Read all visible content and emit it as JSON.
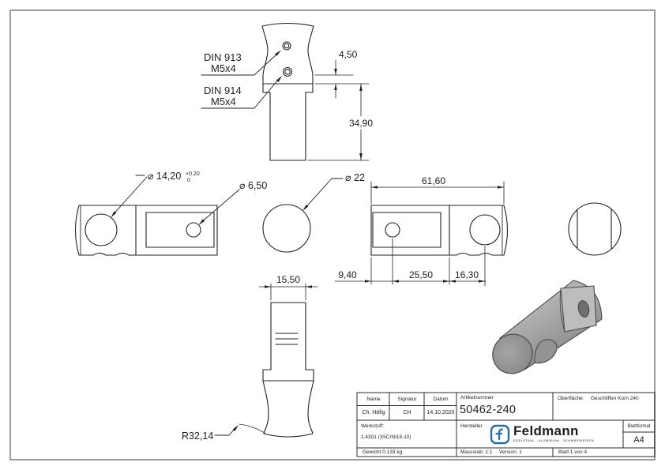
{
  "drawing": {
    "din913_l1": "DIN 913",
    "din913_l2": "M5x4",
    "din914_l1": "DIN 914",
    "din914_l2": "M5x4",
    "dim_450": "4,50",
    "dim_3490": "34,90",
    "dia_1420": "⌀ 14,20",
    "dia_1420_tol_up": "+0.20",
    "dia_1420_tol_dn": "0",
    "dia_650": "⌀ 6,50",
    "dia_22": "⌀ 22",
    "dim_6160": "61,60",
    "dim_940": "9,40",
    "dim_2550": "25,50",
    "dim_1630": "16,30",
    "dim_1550": "15,50",
    "r_3214": "R32,14"
  },
  "titleblock": {
    "name_label": "Name",
    "signatur_label": "Signatur",
    "datum_label": "Datum",
    "name_value": "Ch. Häfig",
    "signatur_value": "CH",
    "datum_value": "14.10.2020",
    "artikelnummer_label": "Artikelnummer",
    "artikelnummer_value": "50462-240",
    "oberflaeche_label": "Oberfläche:",
    "oberflaeche_value": "Geschliffen Korn 240",
    "werkstoff_label": "Werkstoff:",
    "werkstoff_value": "1.4301 (X5CrNi18-10)",
    "hersteller_label": "Hersteller",
    "gewicht_value": "Gewicht 0.133 kg",
    "massstab_value": "Massstab: 1:1",
    "version_value": "Version: 1",
    "blatt_value": "Blatt 1 von 4",
    "blattformat_label": "Blattformat",
    "blattformat_value": "A4",
    "logo_text": "Feldmann",
    "logo_tagline": "EDELSTAHL · ALUMINIUM · SCHMIEDEEISEN"
  },
  "colors": {
    "logo_blue": "#2a6ea6",
    "line_black": "#222222",
    "frame_gray": "#9b9b9b",
    "part_gray": "#a9a9a9"
  }
}
